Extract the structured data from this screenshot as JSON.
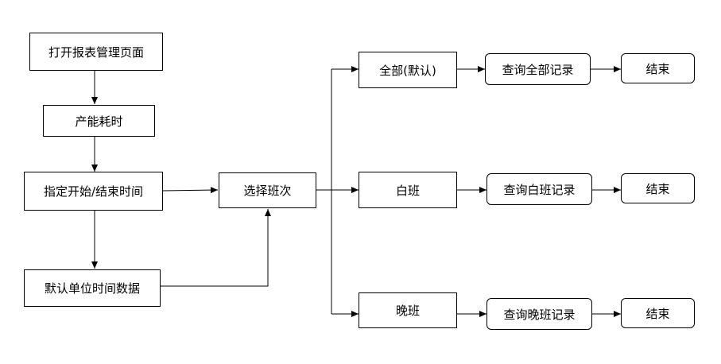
{
  "nodes": {
    "open_report": "打开报表管理页面",
    "capacity_time": "产能耗时",
    "set_time_range": "指定开始/结束时间",
    "default_unit_data": "默认单位时间数据",
    "select_shift": "选择班次",
    "all_default": "全部(默认)",
    "day_shift": "白班",
    "night_shift": "晚班",
    "query_all": "查询全部记录",
    "query_day": "查询白班记录",
    "query_night": "查询晚班记录",
    "end_all": "结束",
    "end_day": "结束",
    "end_night": "结束"
  },
  "colors": {
    "line": "#000000",
    "box_fill": "#ffffff",
    "text": "#000000"
  }
}
